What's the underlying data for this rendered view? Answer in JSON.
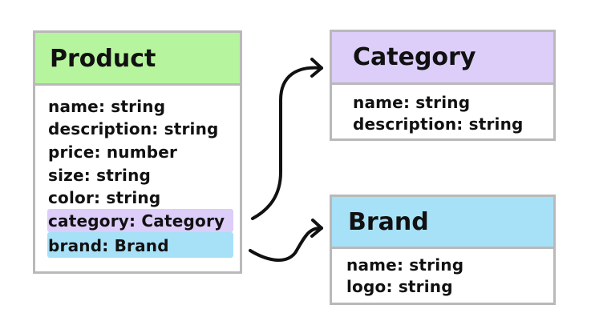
{
  "colors": {
    "product_header": "#b6f59e",
    "category_header": "#dccdf9",
    "brand_header": "#a7e1f8",
    "border": "#b9b9b9",
    "arrow": "#111111"
  },
  "product": {
    "title": "Product",
    "fields": [
      "name: string",
      "description: string",
      "price: number",
      "size: string",
      "color: string",
      "category: Category",
      "brand: Brand"
    ]
  },
  "category": {
    "title": "Category",
    "fields": [
      "name: string",
      "description: string"
    ]
  },
  "brand": {
    "title": "Brand",
    "fields": [
      "name: string",
      "logo: string"
    ]
  },
  "arrows": [
    {
      "from": "product.category",
      "to": "category"
    },
    {
      "from": "product.brand",
      "to": "brand"
    }
  ]
}
